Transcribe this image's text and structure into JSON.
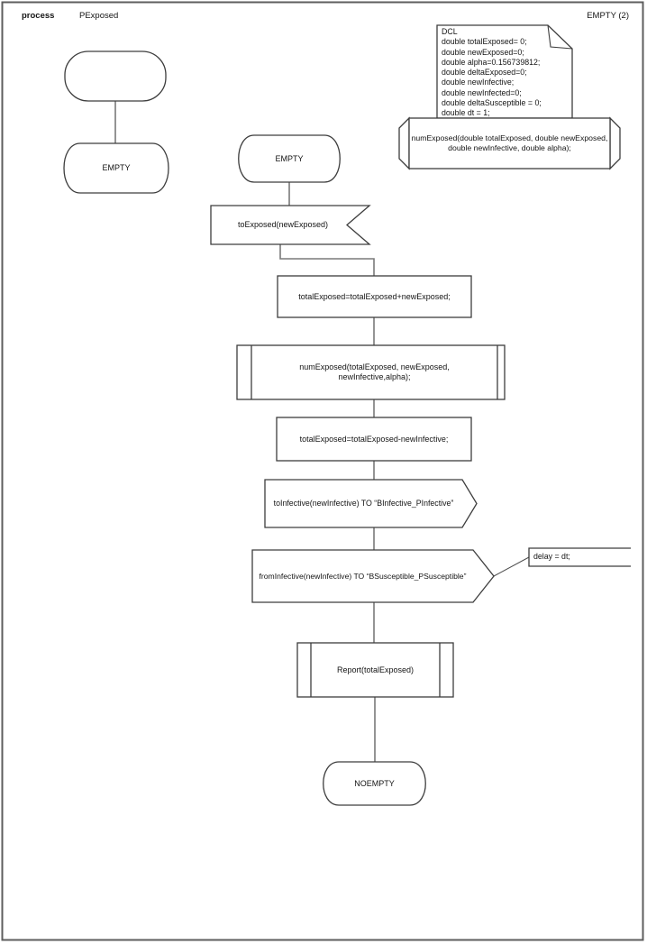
{
  "colors": {
    "ink": "#3d3d3d",
    "connector": "#7a7a7a",
    "text": "#141414"
  },
  "header": {
    "kind": "process",
    "name": "PExposed",
    "page": "EMPTY (2)"
  },
  "dcl": {
    "lines": [
      "DCL",
      "double totalExposed= 0;",
      "double newExposed=0;",
      "double alpha=0.156739812;",
      "double deltaExposed=0;",
      "double newInfective;",
      "double newInfected=0;",
      "double deltaSusceptible = 0;",
      "double dt = 1;"
    ]
  },
  "procedure_decl": {
    "line1": "numExposed(double totalExposed, double newExposed,",
    "line2": "double newInfective, double alpha);"
  },
  "left_flow": {
    "state": "EMPTY"
  },
  "flow": {
    "state": "EMPTY",
    "input": "toExposed(newExposed)",
    "task1": "totalExposed=totalExposed+newExposed;",
    "call1_line1": "numExposed(totalExposed, newExposed,",
    "call1_line2": "newInfective,alpha);",
    "task2": "totalExposed=totalExposed-newInfective;",
    "output1": "toInfective(newInfective) TO “BInfective_PInfective”",
    "output2": "fromInfective(newInfective) TO “BSusceptible_PSusceptible”",
    "call2": "Report(totalExposed)",
    "end_state": "NOEMPTY"
  },
  "comment": {
    "text": "delay = dt;"
  }
}
